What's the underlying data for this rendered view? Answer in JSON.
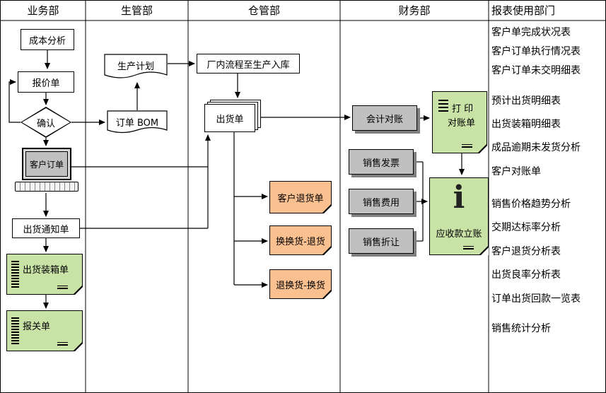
{
  "lanes": [
    {
      "label": "业务部"
    },
    {
      "label": "生管部"
    },
    {
      "label": "仓管部"
    },
    {
      "label": "财务部"
    },
    {
      "label": "报表使用部门"
    }
  ],
  "business": {
    "cost_analysis": "成本分析",
    "quotation": "报价单",
    "confirm": "确认",
    "customer_order": "客户订单",
    "shipping_notice": "出货通知单",
    "packing_list": "出货装箱单",
    "customs_declaration": "报关单"
  },
  "production": {
    "production_plan": "生产计划",
    "order_bom": "订单 BOM"
  },
  "warehouse": {
    "factory_process": "厂内流程至生产入库",
    "shipping_order": "出货单",
    "customer_return": "客户退货单",
    "exchange_return": "换换货-退货",
    "return_exchange": "退换货-换货"
  },
  "finance": {
    "accounting_reconciliation": "会计对账",
    "sales_invoice": "销售发票",
    "sales_expense": "销售费用",
    "sales_allowance": "销售折让",
    "print_line1": "打 印",
    "print_line2": "对账单",
    "info_glyph": "i",
    "receivable_posting": "应收款立账"
  },
  "reports": {
    "items": [
      "客户单完成状况表",
      "客户订单执行情况表",
      "客户订单未交明细表",
      "预计出货明细表",
      "出货装箱明细表",
      "成品逾期未发货分析",
      "客户对账单",
      "销售价格趋势分析",
      "交期达标率分析",
      "客户退货分析表",
      "出货良率分析表",
      "订单出货回款一览表",
      "销售统计分析"
    ]
  },
  "colors": {
    "note_green": "#c9e3a6",
    "note_orange": "#fac090",
    "box_gray": "#c0c0c0"
  }
}
